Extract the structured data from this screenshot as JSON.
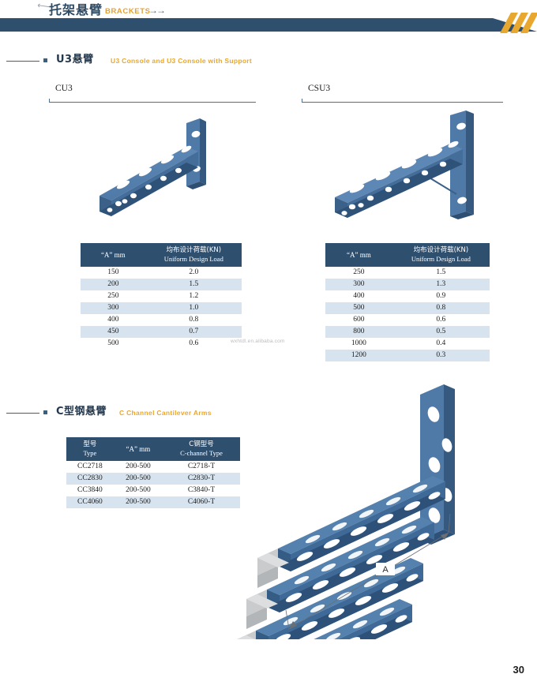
{
  "header": {
    "title_cn": "托架悬臂",
    "title_en": "BRACKETS",
    "arrows": "→→",
    "cursor_icon": "arrow-cursor",
    "bar_color": "#2f4f6e",
    "stripe_color": "#e8a72e",
    "accent_color": "#e8a72e"
  },
  "sections": [
    {
      "id": "u3",
      "title_cn": "U3悬臂",
      "title_en": "U3 Console and U3 Console with Support"
    },
    {
      "id": "c_channel",
      "title_cn": "C型钢悬臂",
      "title_en": "C Channel Cantilever Arms"
    }
  ],
  "models": [
    {
      "id": "cu3",
      "label": "CU3"
    },
    {
      "id": "csu3",
      "label": "CSU3"
    }
  ],
  "tables": {
    "cu3": {
      "columns": [
        {
          "cn": "",
          "en": "“A” mm"
        },
        {
          "cn": "均布设计荷载(KN)",
          "en": "Uniform Design Load"
        }
      ],
      "rows": [
        [
          "150",
          "2.0"
        ],
        [
          "200",
          "1.5"
        ],
        [
          "250",
          "1.2"
        ],
        [
          "300",
          "1.0"
        ],
        [
          "400",
          "0.8"
        ],
        [
          "450",
          "0.7"
        ],
        [
          "500",
          "0.6"
        ]
      ]
    },
    "csu3": {
      "columns": [
        {
          "cn": "",
          "en": "“A” mm"
        },
        {
          "cn": "均布设计荷载(KN)",
          "en": "Uniform Design Load"
        }
      ],
      "rows": [
        [
          "250",
          "1.5"
        ],
        [
          "300",
          "1.3"
        ],
        [
          "400",
          "0.9"
        ],
        [
          "500",
          "0.8"
        ],
        [
          "600",
          "0.6"
        ],
        [
          "800",
          "0.5"
        ],
        [
          "1000",
          "0.4"
        ],
        [
          "1200",
          "0.3"
        ]
      ]
    },
    "c_channel": {
      "columns": [
        {
          "cn": "型号",
          "en": "Type"
        },
        {
          "cn": "",
          "en": "“A”  mm"
        },
        {
          "cn": "C钢型号",
          "en": "C-channel  Type"
        }
      ],
      "rows": [
        [
          "CC2718",
          "200-500",
          "C2718-T"
        ],
        [
          "CC2830",
          "200-500",
          "C2830-T"
        ],
        [
          "CC3840",
          "200-500",
          "C3840-T"
        ],
        [
          "CC4060",
          "200-500",
          "C4060-T"
        ]
      ]
    }
  },
  "illustrations": {
    "cu3": {
      "name": "u3-console-bracket-drawing"
    },
    "csu3": {
      "name": "u3-console-with-support-drawing"
    },
    "c_channel": {
      "name": "c-channel-cantilever-arms-drawing",
      "dimension_label": "A"
    }
  },
  "watermark": {
    "text": "wxhtdl.en.alibaba.com"
  },
  "footer": {
    "page_number": "30"
  }
}
